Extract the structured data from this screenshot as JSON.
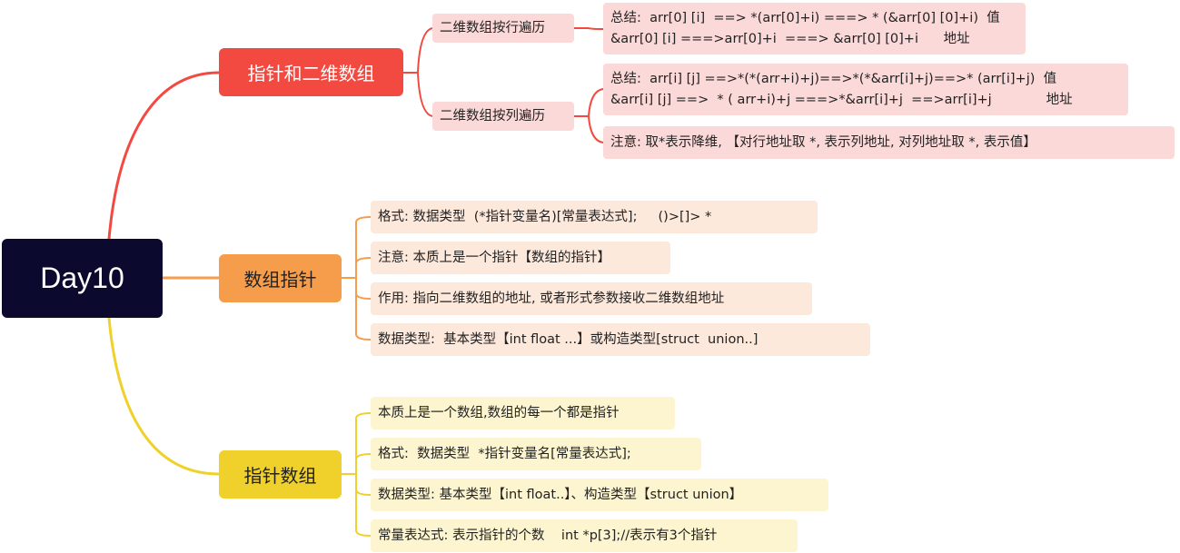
{
  "root": {
    "label": "Day10"
  },
  "branches": [
    {
      "label": "指针和二维数组",
      "color": "#f24a40",
      "children": [
        {
          "label": "二维数组按行遍历",
          "details": [
            [
              "总结:  arr[0] [i]  ==> *(arr[0]+i) ===> * (&arr[0] [0]+i)  值",
              "&arr[0] [i] ===>arr[0]+i  ===> &arr[0] [0]+i      地址"
            ]
          ]
        },
        {
          "label": "二维数组按列遍历",
          "details": [
            [
              "总结:  arr[i] [j] ==>*(*(arr+i)+j)==>*(*&arr[i]+j)==>* (arr[i]+j)  值",
              "&arr[i] [j] ==>  * ( arr+i)+j ===>*&arr[i]+j  ==>arr[i]+j             地址"
            ],
            [
              "注意: 取*表示降维, 【对行地址取 *, 表示列地址, 对列地址取 *, 表示值】"
            ]
          ]
        }
      ]
    },
    {
      "label": "数组指针",
      "color": "#f59d4a",
      "items": [
        "格式: 数据类型  (*指针变量名)[常量表达式];     ()>[]> *",
        "注意: 本质上是一个指针【数组的指针】",
        "作用: 指向二维数组的地址, 或者形式参数接收二维数组地址",
        "数据类型:  基本类型【int float ...】或构造类型[struct  union..]"
      ]
    },
    {
      "label": "指针数组",
      "color": "#f0d02a",
      "items": [
        "本质上是一个数组,数组的每一个都是指针",
        "格式:  数据类型  *指针变量名[常量表达式];",
        "数据类型: 基本类型【int float..】、构造类型【struct union】",
        "常量表达式: 表示指针的个数    int *p[3];//表示有3个指针"
      ]
    }
  ]
}
